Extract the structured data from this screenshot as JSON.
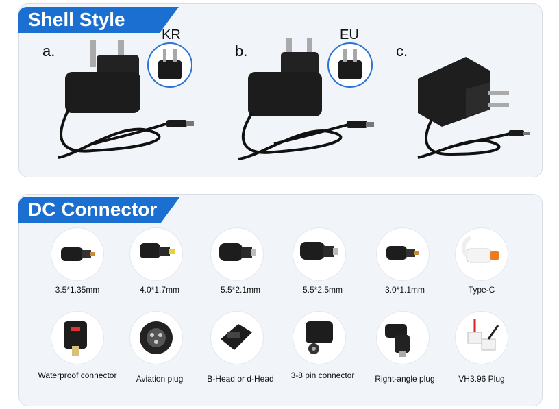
{
  "shell_style": {
    "title": "Shell Style",
    "items": [
      {
        "letter": "a.",
        "plug": "KR"
      },
      {
        "letter": "b.",
        "plug": "EU"
      },
      {
        "letter": "c.",
        "plug": ""
      }
    ]
  },
  "dc_connector": {
    "title": "DC Connector",
    "row1": [
      "3.5*1.35mm",
      "4.0*1.7mm",
      "5.5*2.1mm",
      "5.5*2.5mm",
      "3.0*1.1mm",
      "Type-C"
    ],
    "row2": [
      "Waterproof connector",
      "Aviation plug",
      "B-Head or d-Head",
      "3-8 pin connector",
      "Right-angle plug",
      "VH3.96 Plug"
    ]
  },
  "colors": {
    "accent": "#1a6fd1",
    "panel": "#f1f4f9"
  }
}
